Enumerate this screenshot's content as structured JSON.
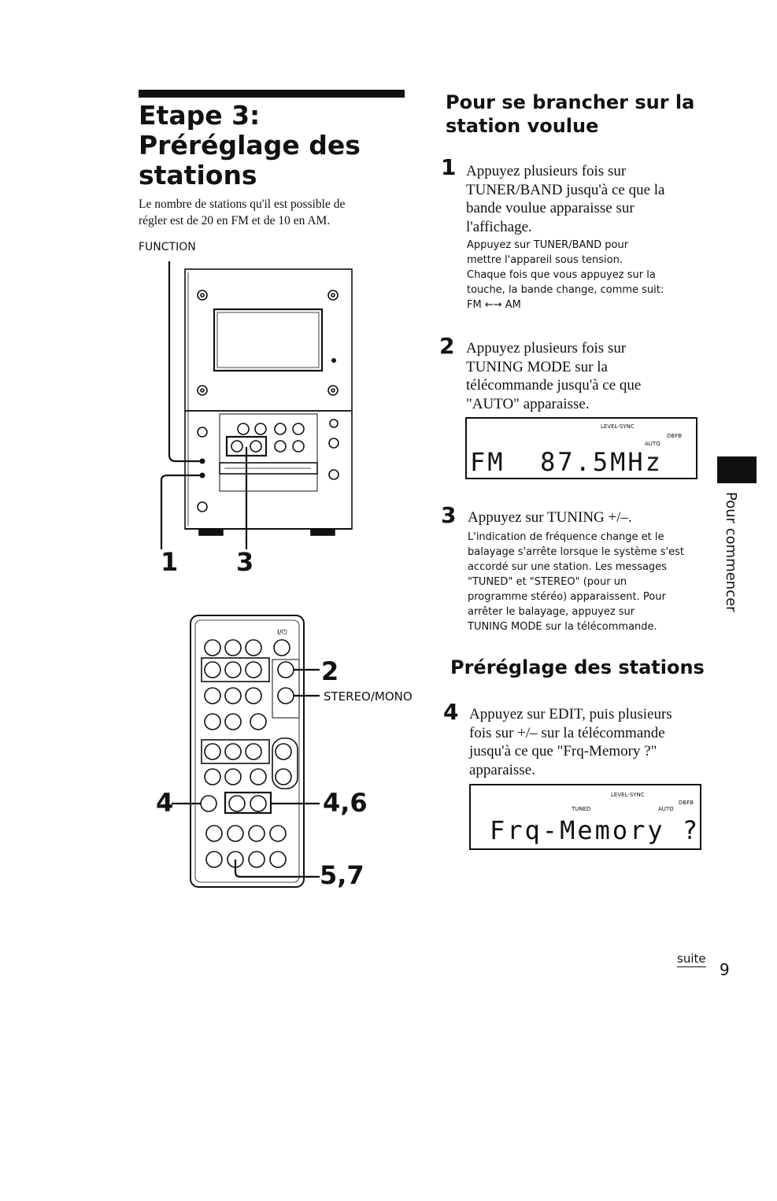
{
  "left": {
    "title_lines": [
      "Etape 3:",
      "Préréglage des",
      "stations"
    ],
    "intro_lines": [
      "Le nombre de stations qu'il est possible de",
      "régler est de 20 en FM et de 10 en AM."
    ],
    "function_label": "FUNCTION",
    "unit_callouts": [
      "1",
      "3"
    ],
    "remote_callouts": {
      "c2": "2",
      "stereo_mono": "STEREO/MONO",
      "c4": "4",
      "c46": "4,6",
      "c57": "5,7"
    },
    "power_symbol": "I/⏻"
  },
  "right": {
    "section1_title_lines": [
      "Pour se brancher sur la",
      "station voulue"
    ],
    "steps": [
      {
        "number": "1",
        "main_lines": [
          "Appuyez plusieurs fois sur",
          "TUNER/BAND jusqu'à ce que la",
          "bande voulue apparaisse sur",
          "l'affichage."
        ],
        "sub_lines": [
          "Appuyez sur TUNER/BAND pour",
          "mettre l'appareil sous tension.",
          "Chaque fois que vous appuyez sur la",
          "touche, la bande change, comme suit:",
          "FM ←→ AM"
        ]
      },
      {
        "number": "2",
        "main_lines": [
          "Appuyez plusieurs fois sur",
          "TUNING MODE sur la",
          "télécommande jusqu'à ce que",
          "\"AUTO\" apparaisse."
        ]
      },
      {
        "number": "3",
        "main_lines": [
          "Appuyez sur TUNING +/–."
        ],
        "sub_lines": [
          "L'indication de fréquence change et le",
          "balayage s'arrête lorsque le système s'est",
          "accordé sur une station. Les messages",
          "\"TUNED\" et \"STEREO\" (pour un",
          "programme stéréo) apparaissent. Pour",
          "arrêter le balayage, appuyez sur",
          "TUNING MODE sur la télécommande."
        ]
      },
      {
        "number": "4",
        "main_lines": [
          "Appuyez sur EDIT, puis plusieurs",
          "fois sur +/– sur la télécommande",
          "jusqu'à ce que \"Frq-Memory ?\"",
          "apparaisse."
        ]
      }
    ],
    "section2_title": "Préréglage des stations",
    "display1": {
      "level_sync": "LEVEL-SYNC",
      "dbfb": "DBFB",
      "auto": "AUTO",
      "main": "FM  87.5MHz"
    },
    "display2": {
      "level_sync": "LEVEL-SYNC",
      "dbfb": "DBFB",
      "tuned": "TUNED",
      "auto": "AUTO",
      "main": "Frq-Memory ?"
    }
  },
  "side_tab": "Pour commencer",
  "footer": {
    "suite": "suite",
    "page_number": "9"
  }
}
